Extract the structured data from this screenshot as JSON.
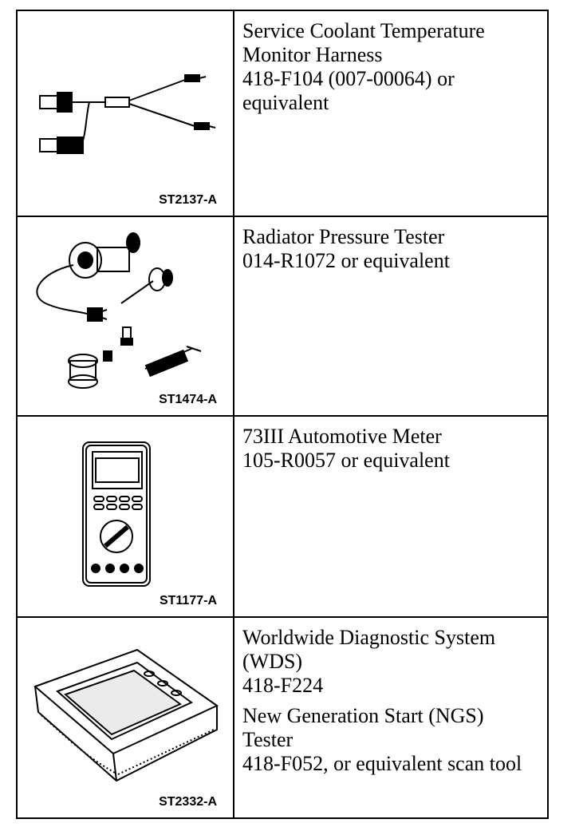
{
  "tools": [
    {
      "figure_id": "ST2137-A",
      "figure_icon": "coolant-temperature-harness-icon",
      "lines": [
        "Service Coolant Temperature",
        "Monitor Harness",
        "418-F104 (007-00064) or",
        "equivalent"
      ]
    },
    {
      "figure_id": "ST1474-A",
      "figure_icon": "radiator-pressure-tester-icon",
      "lines": [
        "Radiator Pressure Tester",
        "014-R1072 or equivalent"
      ]
    },
    {
      "figure_id": "ST1177-A",
      "figure_icon": "automotive-meter-icon",
      "lines": [
        "73III Automotive Meter",
        "105-R0057 or equivalent"
      ]
    },
    {
      "figure_id": "ST2332-A",
      "figure_icon": "diagnostic-scan-tool-icon",
      "lines": [
        "Worldwide Diagnostic System",
        "(WDS)",
        "418-F224"
      ],
      "lines2": [
        "New Generation Start (NGS)",
        "Tester",
        "418-F052, or equivalent scan tool"
      ]
    }
  ]
}
